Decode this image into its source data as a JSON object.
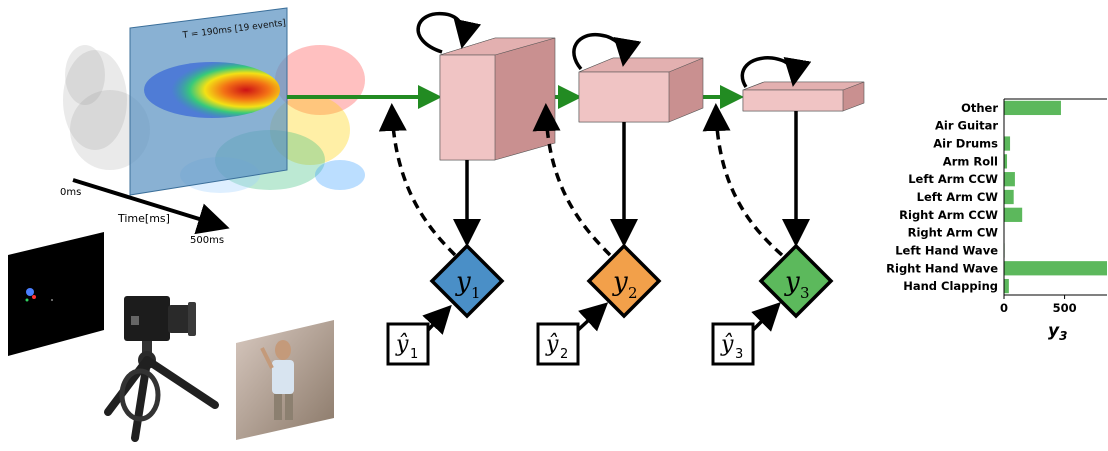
{
  "event_panel": {
    "window_label": "T = 190ms [19 events]",
    "time_start": "0ms",
    "time_end": "500ms",
    "time_axis_label": "Time[ms]"
  },
  "outputs": [
    {
      "symbol": "y",
      "sub": "1",
      "color": "#4a8fc7"
    },
    {
      "symbol": "y",
      "sub": "2",
      "color": "#f2a04a"
    },
    {
      "symbol": "y",
      "sub": "3",
      "color": "#5cb95c"
    }
  ],
  "targets": [
    {
      "symbol": "ŷ",
      "sub": "1"
    },
    {
      "symbol": "ŷ",
      "sub": "2"
    },
    {
      "symbol": "ŷ",
      "sub": "3"
    }
  ],
  "colors": {
    "box_front": "#f0c4c4",
    "box_side": "#c99090",
    "box_top": "#e3b0b0",
    "arrow_green": "#228b22"
  },
  "chart_data": {
    "type": "bar",
    "orientation": "horizontal",
    "categories": [
      "Other",
      "Air Guitar",
      "Air Drums",
      "Arm Roll",
      "Left Arm CCW",
      "Left Arm CW",
      "Right Arm CCW",
      "Right Arm CW",
      "Left Hand Wave",
      "Right Hand Wave",
      "Hand Clapping"
    ],
    "values": [
      470,
      0,
      50,
      25,
      90,
      80,
      150,
      0,
      5,
      850,
      40
    ],
    "xlabel": "y",
    "xlabel_sub": "3",
    "xticks": [
      0,
      500
    ],
    "xlim": [
      0,
      850
    ],
    "bar_color": "#5cb85c"
  }
}
